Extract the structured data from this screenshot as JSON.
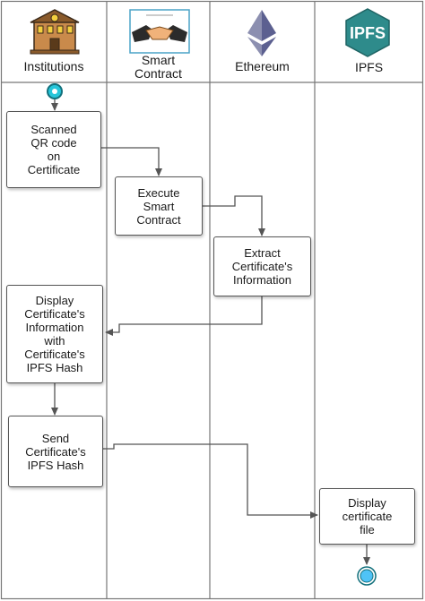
{
  "lanes": [
    {
      "title": "Institutions",
      "icon": "institution-building-icon"
    },
    {
      "title": "Smart\nContract",
      "icon": "handshake-contract-icon"
    },
    {
      "title": "Ethereum",
      "icon": "ethereum-logo-icon"
    },
    {
      "title": "IPFS",
      "icon": "ipfs-logo-icon",
      "logo_text": "IPFS"
    }
  ],
  "steps": {
    "scan": "Scanned\nQR code\non\nCertificate",
    "execute": "Execute\nSmart\nContract",
    "extract": "Extract\nCertificate's\nInformation",
    "display_info": "Display\nCertificate's\nInformation\nwith\nCertificate's\nIPFS Hash",
    "send_hash": "Send\nCertificate's\nIPFS Hash",
    "display_file": "Display\ncertificate\nfile"
  },
  "colors": {
    "lane_border": "#777777",
    "arrow": "#555555",
    "start_node": "#26c6da",
    "end_node": "#4fc3f7",
    "ipfs_logo": "#2e8b8b",
    "ethereum": "#7a7fa0"
  }
}
